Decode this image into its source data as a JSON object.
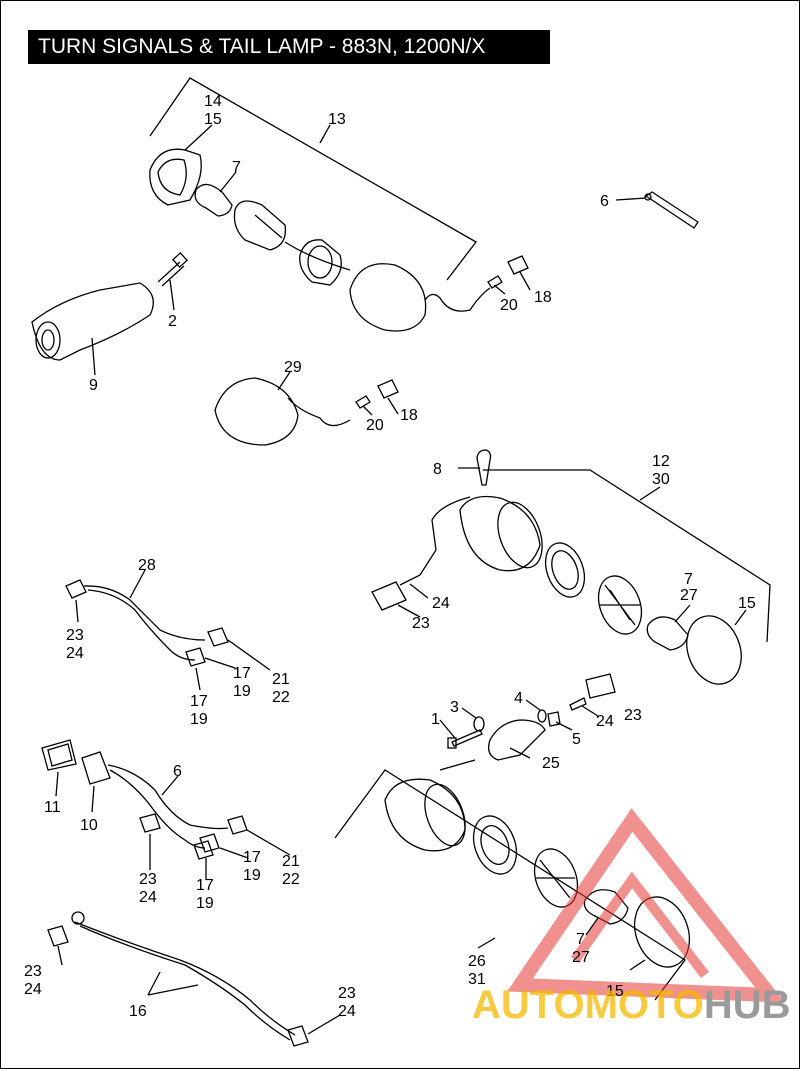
{
  "title": "TURN SIGNALS & TAIL LAMP - 883N, 1200N/X",
  "callouts": [
    {
      "id": "c-14",
      "text": "14"
    },
    {
      "id": "c-15a",
      "text": "15"
    },
    {
      "id": "c-13",
      "text": "13"
    },
    {
      "id": "c-7a",
      "text": "7"
    },
    {
      "id": "c-6a",
      "text": "6"
    },
    {
      "id": "c-20a",
      "text": "20"
    },
    {
      "id": "c-18a",
      "text": "18"
    },
    {
      "id": "c-2",
      "text": "2"
    },
    {
      "id": "c-9",
      "text": "9"
    },
    {
      "id": "c-29",
      "text": "29"
    },
    {
      "id": "c-20b",
      "text": "20"
    },
    {
      "id": "c-18b",
      "text": "18"
    },
    {
      "id": "c-8",
      "text": "8"
    },
    {
      "id": "c-12",
      "text": "12"
    },
    {
      "id": "c-30",
      "text": "30"
    },
    {
      "id": "c-28",
      "text": "28"
    },
    {
      "id": "c-24a",
      "text": "24"
    },
    {
      "id": "c-23a",
      "text": "23"
    },
    {
      "id": "c-7b",
      "text": "7"
    },
    {
      "id": "c-27a",
      "text": "27"
    },
    {
      "id": "c-15b",
      "text": "15"
    },
    {
      "id": "c-23b",
      "text": "23"
    },
    {
      "id": "c-24b",
      "text": "24"
    },
    {
      "id": "c-17a",
      "text": "17"
    },
    {
      "id": "c-19a",
      "text": "19"
    },
    {
      "id": "c-21a",
      "text": "21"
    },
    {
      "id": "c-22a",
      "text": "22"
    },
    {
      "id": "c-17b",
      "text": "17"
    },
    {
      "id": "c-19b",
      "text": "19"
    },
    {
      "id": "c-3",
      "text": "3"
    },
    {
      "id": "c-4",
      "text": "4"
    },
    {
      "id": "c-1",
      "text": "1"
    },
    {
      "id": "c-5",
      "text": "5"
    },
    {
      "id": "c-24c",
      "text": "24"
    },
    {
      "id": "c-23c",
      "text": "23"
    },
    {
      "id": "c-25",
      "text": "25"
    },
    {
      "id": "c-6b",
      "text": "6"
    },
    {
      "id": "c-11",
      "text": "11"
    },
    {
      "id": "c-10",
      "text": "10"
    },
    {
      "id": "c-17c",
      "text": "17"
    },
    {
      "id": "c-19c",
      "text": "19"
    },
    {
      "id": "c-21b",
      "text": "21"
    },
    {
      "id": "c-22b",
      "text": "22"
    },
    {
      "id": "c-23d",
      "text": "23"
    },
    {
      "id": "c-24d",
      "text": "24"
    },
    {
      "id": "c-17d",
      "text": "17"
    },
    {
      "id": "c-19d",
      "text": "19"
    },
    {
      "id": "c-23e",
      "text": "23"
    },
    {
      "id": "c-24e",
      "text": "24"
    },
    {
      "id": "c-16",
      "text": "16"
    },
    {
      "id": "c-23f",
      "text": "23"
    },
    {
      "id": "c-24f",
      "text": "24"
    },
    {
      "id": "c-26",
      "text": "26"
    },
    {
      "id": "c-31",
      "text": "31"
    },
    {
      "id": "c-7c",
      "text": "7"
    },
    {
      "id": "c-27b",
      "text": "27"
    },
    {
      "id": "c-15c",
      "text": "15"
    }
  ],
  "watermark": {
    "part1": "AUTOMOTO",
    "part2": "HUB",
    "color1": "#f5b800",
    "color2": "#9a9a9a",
    "logo_color": "#e53935"
  },
  "colors": {
    "line": "#000000",
    "background": "#ffffff",
    "title_bg": "#000000",
    "title_fg": "#ffffff"
  }
}
